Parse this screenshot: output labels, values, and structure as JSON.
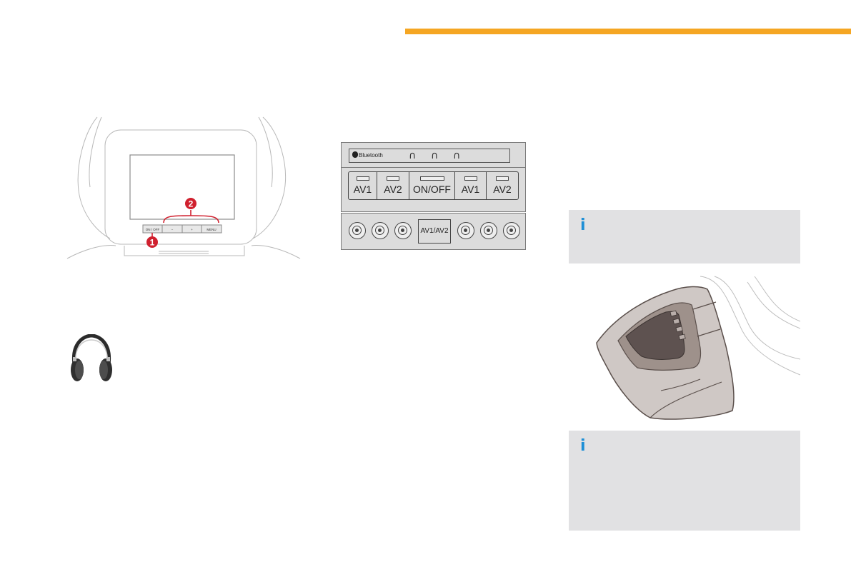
{
  "colors": {
    "accent_bar": "#f5a623",
    "info_icon": "#1d8fd6",
    "info_box_bg": "#e1e1e3",
    "callout_red": "#d0202e"
  },
  "screen_illustration": {
    "callouts": [
      "1",
      "2"
    ],
    "buttons": [
      "ON / OFF",
      "−",
      "+",
      "MENU"
    ]
  },
  "control_panel": {
    "bluetooth_label": "Bluetooth",
    "headphone_icons": [
      "headphone-icon",
      "headphone-icon",
      "headphone-icon"
    ],
    "buttons": [
      "AV1",
      "AV2",
      "ON/OFF",
      "AV1",
      "AV2"
    ],
    "source_button": "AV1/AV2"
  },
  "info_boxes": [
    {
      "icon": "i"
    },
    {
      "icon": "i"
    }
  ],
  "icons": {
    "headphones": "headphones-icon",
    "info": "info-icon"
  }
}
